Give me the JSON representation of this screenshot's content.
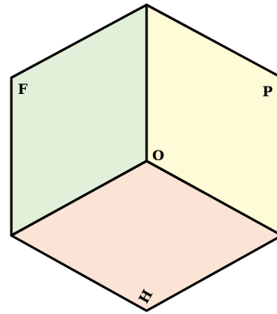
{
  "faces": [
    {
      "id": "left",
      "label": "F",
      "color": "#e2efd9"
    },
    {
      "id": "right",
      "label": "P",
      "color": "#fefbd7"
    },
    {
      "id": "bottom",
      "label": "H",
      "color": "#fbe4d5"
    }
  ],
  "origin_label": "O",
  "edge_color": "#000000"
}
